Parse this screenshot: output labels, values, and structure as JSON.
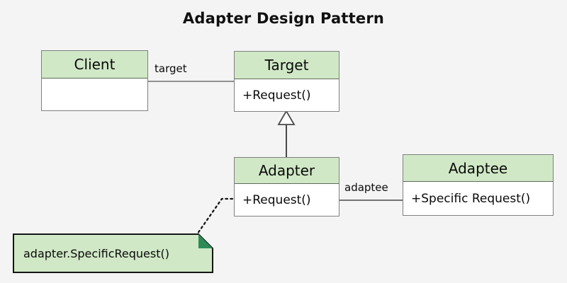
{
  "diagram": {
    "title": "Adapter Design Pattern",
    "type": "uml-class-diagram",
    "background_color": "#f4f4f4",
    "header_fill": "#d0e8c6",
    "body_fill": "#ffffff",
    "border_color": "#808080",
    "note_fill": "#d0e8c6",
    "note_fold_color": "#2e8b57",
    "classes": [
      {
        "id": "client",
        "name": "Client",
        "members": [],
        "members_text": ""
      },
      {
        "id": "target",
        "name": "Target",
        "members": [
          "+Request()"
        ],
        "members_text": "+Request()"
      },
      {
        "id": "adapter",
        "name": "Adapter",
        "members": [
          "+Request()"
        ],
        "members_text": "+Request()"
      },
      {
        "id": "adaptee",
        "name": "Adaptee",
        "members": [
          "+Specific Request()"
        ],
        "members_text": "+Specific Request()"
      }
    ],
    "relations": [
      {
        "id": "client-target",
        "from": "client",
        "to": "target",
        "kind": "association",
        "label": "target"
      },
      {
        "id": "adapter-target",
        "from": "adapter",
        "to": "target",
        "kind": "generalization",
        "label": ""
      },
      {
        "id": "adapter-adaptee",
        "from": "adapter",
        "to": "adaptee",
        "kind": "association",
        "label": "adaptee"
      },
      {
        "id": "note-adapter",
        "from": "note",
        "to": "adapter",
        "kind": "note-anchor-dotted",
        "label": ""
      }
    ],
    "note": {
      "text": "adapter.SpecificRequest()"
    }
  }
}
